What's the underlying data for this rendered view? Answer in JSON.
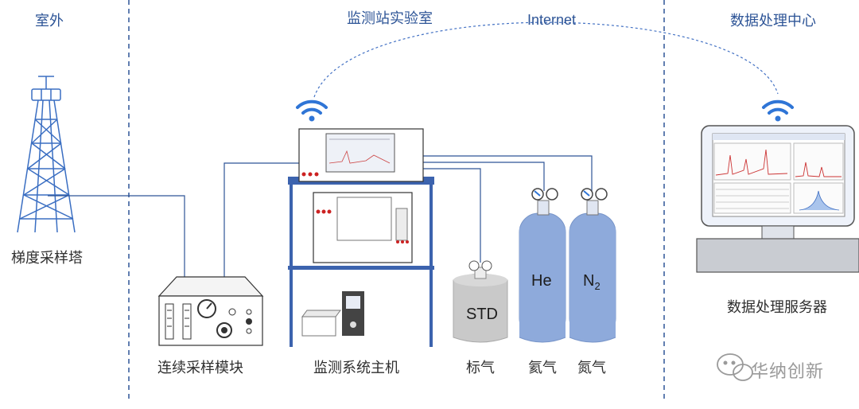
{
  "zones": {
    "outdoor": "室外",
    "lab": "监测站实验室",
    "data_center": "数据处理中心"
  },
  "link_label": "Internet",
  "components": {
    "tower": "梯度采样塔",
    "sampling_module": "连续采样模块",
    "host": "监测系统主机",
    "std_gas": "标气",
    "he_gas": "氦气",
    "n2_gas": "氮气",
    "server": "数据处理服务器"
  },
  "cylinders": {
    "std": "STD",
    "he": "He",
    "n2_base": "N",
    "n2_sub": "2"
  },
  "watermark": "华纳创新",
  "colors": {
    "zone_text": "#2e5597",
    "line": "#2e5597",
    "cylinder_blue": "#8eaadb",
    "cylinder_gray": "#bfbfbf",
    "wifi": "#2f75d6"
  }
}
